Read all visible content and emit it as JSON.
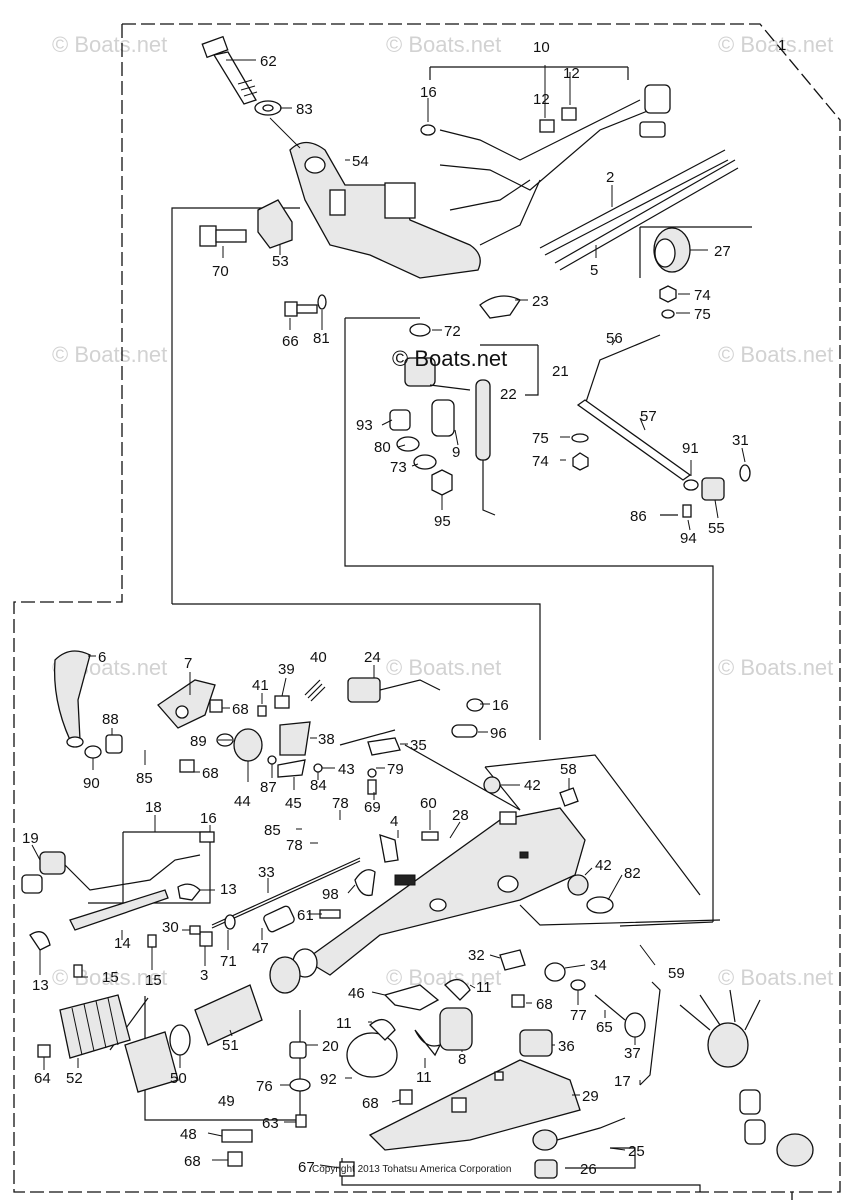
{
  "watermarks": {
    "top_left": "© Boats.net",
    "top_mid": "© Boats.net",
    "top_right": "© Boats.net",
    "mid_left": "© Boats.net",
    "mid_right": "© Boats.net",
    "center": "© Boats.net",
    "lower_right": "© Boats.net",
    "left_mid": "© Boats.net",
    "bottom_left": "© Boats.net",
    "bottom_mid": "© Boats.net",
    "bottom_right": "© Boats.net"
  },
  "brand_mark": "© Boats.net",
  "copyright": "Copyright 2013 Tohatsu America Corporation",
  "callouts": [
    {
      "id": "c1",
      "label": "1"
    },
    {
      "id": "c10",
      "label": "10"
    },
    {
      "id": "c12a",
      "label": "12"
    },
    {
      "id": "c12b",
      "label": "12"
    },
    {
      "id": "c16a",
      "label": "16"
    },
    {
      "id": "c62",
      "label": "62"
    },
    {
      "id": "c83",
      "label": "83"
    },
    {
      "id": "c54",
      "label": "54"
    },
    {
      "id": "c2",
      "label": "2"
    },
    {
      "id": "c5",
      "label": "5"
    },
    {
      "id": "c27",
      "label": "27"
    },
    {
      "id": "c70",
      "label": "70"
    },
    {
      "id": "c53",
      "label": "53"
    },
    {
      "id": "c23",
      "label": "23"
    },
    {
      "id": "c74a",
      "label": "74"
    },
    {
      "id": "c75a",
      "label": "75"
    },
    {
      "id": "c66",
      "label": "66"
    },
    {
      "id": "c81",
      "label": "81"
    },
    {
      "id": "c72",
      "label": "72"
    },
    {
      "id": "c56",
      "label": "56"
    },
    {
      "id": "c21",
      "label": "21"
    },
    {
      "id": "c22",
      "label": "22"
    },
    {
      "id": "c93",
      "label": "93"
    },
    {
      "id": "c80",
      "label": "80"
    },
    {
      "id": "c9",
      "label": "9"
    },
    {
      "id": "c73",
      "label": "73"
    },
    {
      "id": "c95",
      "label": "95"
    },
    {
      "id": "c57",
      "label": "57"
    },
    {
      "id": "c75b",
      "label": "75"
    },
    {
      "id": "c74b",
      "label": "74"
    },
    {
      "id": "c91",
      "label": "91"
    },
    {
      "id": "c31",
      "label": "31"
    },
    {
      "id": "c86",
      "label": "86"
    },
    {
      "id": "c94",
      "label": "94"
    },
    {
      "id": "c55",
      "label": "55"
    },
    {
      "id": "c6",
      "label": "6"
    },
    {
      "id": "c7",
      "label": "7"
    },
    {
      "id": "c39",
      "label": "39"
    },
    {
      "id": "c40",
      "label": "40"
    },
    {
      "id": "c41",
      "label": "41"
    },
    {
      "id": "c24",
      "label": "24"
    },
    {
      "id": "c16b",
      "label": "16"
    },
    {
      "id": "c88",
      "label": "88"
    },
    {
      "id": "c68a",
      "label": "68"
    },
    {
      "id": "c96",
      "label": "96"
    },
    {
      "id": "c89",
      "label": "89"
    },
    {
      "id": "c38",
      "label": "38"
    },
    {
      "id": "c35",
      "label": "35"
    },
    {
      "id": "c90",
      "label": "90"
    },
    {
      "id": "c85a",
      "label": "85"
    },
    {
      "id": "c68b",
      "label": "68"
    },
    {
      "id": "c44",
      "label": "44"
    },
    {
      "id": "c87",
      "label": "87"
    },
    {
      "id": "c45",
      "label": "45"
    },
    {
      "id": "c84",
      "label": "84"
    },
    {
      "id": "c43",
      "label": "43"
    },
    {
      "id": "c79",
      "label": "79"
    },
    {
      "id": "c42a",
      "label": "42"
    },
    {
      "id": "c58",
      "label": "58"
    },
    {
      "id": "c18",
      "label": "18"
    },
    {
      "id": "c78a",
      "label": "78"
    },
    {
      "id": "c69",
      "label": "69"
    },
    {
      "id": "c60",
      "label": "60"
    },
    {
      "id": "c28",
      "label": "28"
    },
    {
      "id": "c16c",
      "label": "16"
    },
    {
      "id": "c85b",
      "label": "85"
    },
    {
      "id": "c4",
      "label": "4"
    },
    {
      "id": "c19",
      "label": "19"
    },
    {
      "id": "c78b",
      "label": "78"
    },
    {
      "id": "c42b",
      "label": "42"
    },
    {
      "id": "c82",
      "label": "82"
    },
    {
      "id": "c33",
      "label": "33"
    },
    {
      "id": "c13a",
      "label": "13"
    },
    {
      "id": "c98",
      "label": "98"
    },
    {
      "id": "c61",
      "label": "61"
    },
    {
      "id": "c14",
      "label": "14"
    },
    {
      "id": "c30",
      "label": "30"
    },
    {
      "id": "c71",
      "label": "71"
    },
    {
      "id": "c47",
      "label": "47"
    },
    {
      "id": "c59",
      "label": "59"
    },
    {
      "id": "c13b",
      "label": "13"
    },
    {
      "id": "c15a",
      "label": "15"
    },
    {
      "id": "c15b",
      "label": "15"
    },
    {
      "id": "c3",
      "label": "3"
    },
    {
      "id": "c32",
      "label": "32"
    },
    {
      "id": "c34",
      "label": "34"
    },
    {
      "id": "c46",
      "label": "46"
    },
    {
      "id": "c11a",
      "label": "11"
    },
    {
      "id": "c68c",
      "label": "68"
    },
    {
      "id": "c77",
      "label": "77"
    },
    {
      "id": "c65",
      "label": "65"
    },
    {
      "id": "c37",
      "label": "37"
    },
    {
      "id": "c64",
      "label": "64"
    },
    {
      "id": "c52",
      "label": "52"
    },
    {
      "id": "c50",
      "label": "50"
    },
    {
      "id": "c51",
      "label": "51"
    },
    {
      "id": "c11b",
      "label": "11"
    },
    {
      "id": "c20",
      "label": "20"
    },
    {
      "id": "c8",
      "label": "8"
    },
    {
      "id": "c36",
      "label": "36"
    },
    {
      "id": "c11c",
      "label": "11"
    },
    {
      "id": "c76",
      "label": "76"
    },
    {
      "id": "c92",
      "label": "92"
    },
    {
      "id": "c17",
      "label": "17"
    },
    {
      "id": "c49",
      "label": "49"
    },
    {
      "id": "c68d",
      "label": "68"
    },
    {
      "id": "c29",
      "label": "29"
    },
    {
      "id": "c63",
      "label": "63"
    },
    {
      "id": "c48",
      "label": "48"
    },
    {
      "id": "c25",
      "label": "25"
    },
    {
      "id": "c68e",
      "label": "68"
    },
    {
      "id": "c67",
      "label": "67"
    },
    {
      "id": "c26",
      "label": "26"
    }
  ]
}
